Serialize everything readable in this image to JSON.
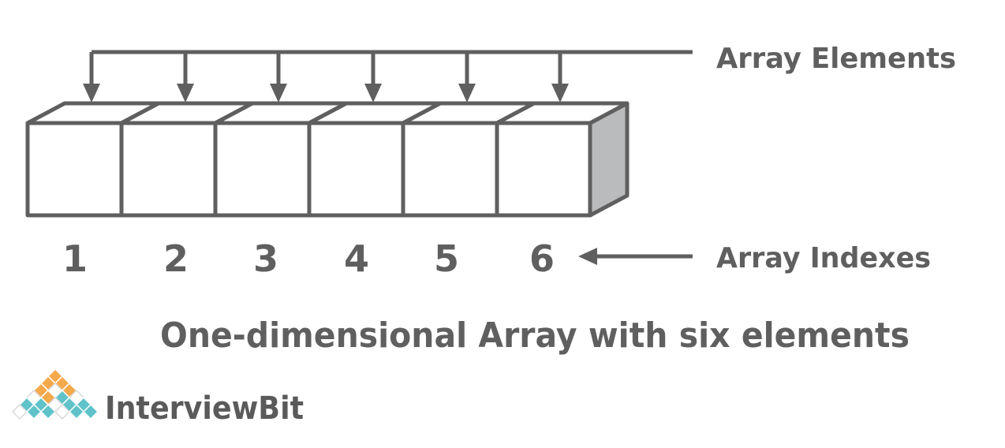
{
  "labels": {
    "elements": "Array Elements",
    "indexes": "Array Indexes",
    "caption": "One-dimensional Array with six elements"
  },
  "indexes": [
    "1",
    "2",
    "3",
    "4",
    "5",
    "6"
  ],
  "logo": {
    "name": "InterviewBit"
  },
  "colors": {
    "stroke": "#5f5f5f",
    "end_face": "#b9bbbd",
    "text": "#5f5f5f",
    "logo_orange": "#f4a94b",
    "logo_teal": "#5fc3c9"
  }
}
